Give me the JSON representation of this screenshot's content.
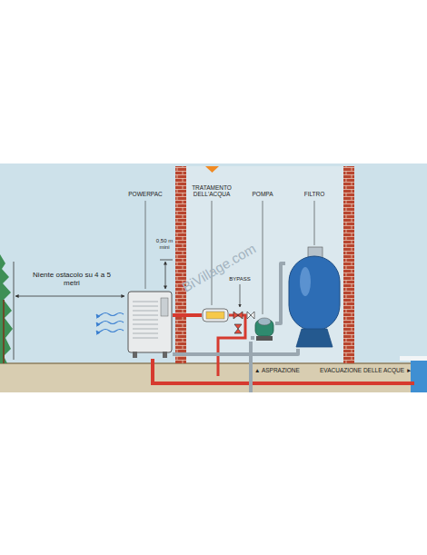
{
  "diagram": {
    "nodes": [
      {
        "text": [
          "POWERPAC"
        ]
      },
      {
        "text": [
          "TRATAMENTO DELL'ACQUA"
        ]
      },
      {
        "text": [
          "POMPA"
        ]
      },
      {
        "text": [
          "FILTRO"
        ]
      }
    ],
    "edges": [
      {
        "from": 0,
        "to": 1,
        "arrow": "none"
      },
      {
        "from": 2,
        "to": 3,
        "arrow": "none"
      },
      {
        "from": 3,
        "to": 0,
        "arrow": "none"
      }
    ],
    "labels": [
      "Niente ostacolo su 4 a 5 metri",
      "0,50 m mini",
      "BYPASS",
      "▲ ASPRAZIONE",
      "EVACUAZIONE DELLE ACQUE ►",
      "BiVillage.com"
    ]
  }
}
